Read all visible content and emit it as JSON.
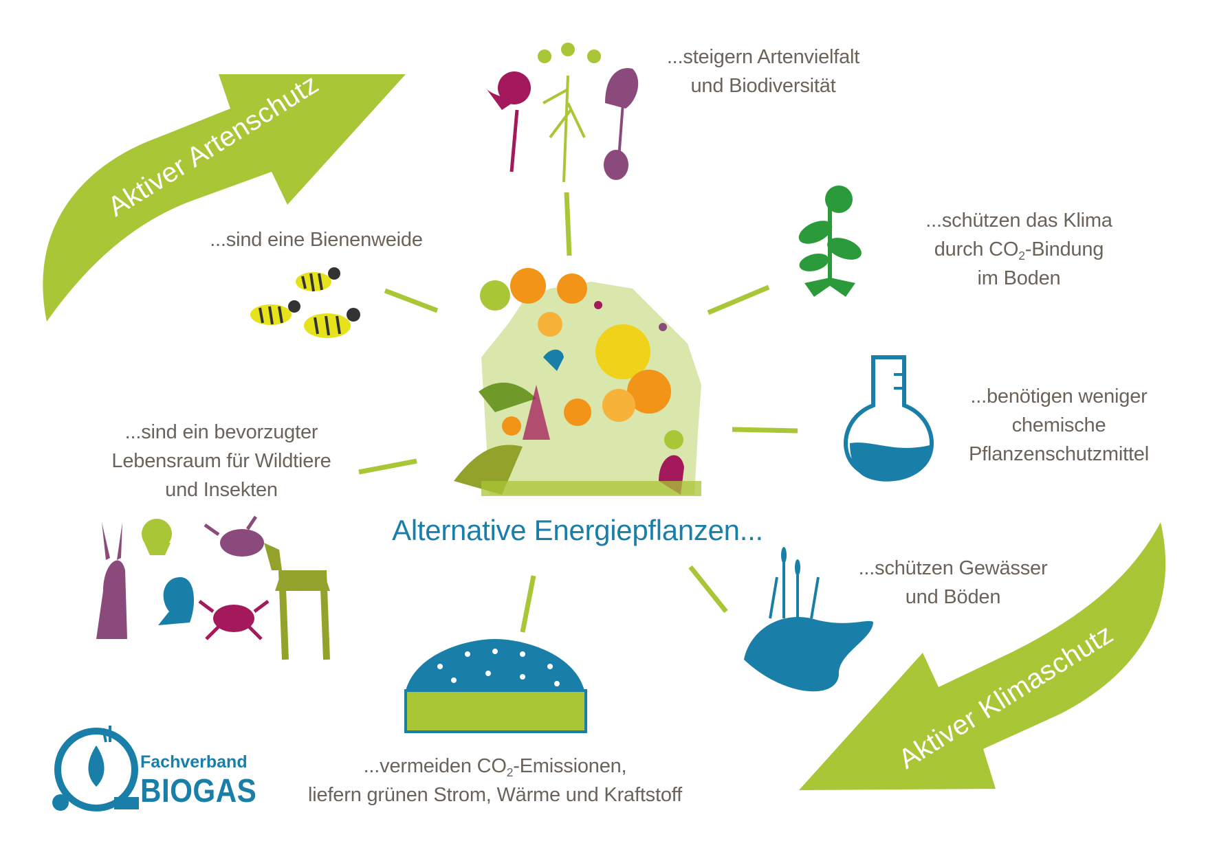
{
  "center": {
    "title": "Alternative Energiepflanzen..."
  },
  "arrows": {
    "top_left": {
      "label": "Aktiver Artenschutz",
      "color": "#a8c636"
    },
    "bottom_right": {
      "label": "Aktiver Klimaschutz",
      "color": "#a8c636"
    }
  },
  "benefits": {
    "biodiversity": {
      "lines": [
        "...steigern Artenvielfalt",
        "und Biodiversität"
      ],
      "icon": "wildflowers-icon"
    },
    "bees": {
      "lines": [
        "...sind eine Bienenweide"
      ],
      "icon": "bees-icon"
    },
    "climate": {
      "line1": "...schützen das Klima",
      "line2_pre": "durch CO",
      "line2_sub": "2",
      "line2_post": "-Bindung",
      "line3": "im Boden",
      "icon": "sprout-icon"
    },
    "chemicals": {
      "lines": [
        "...benötigen weniger",
        "chemische",
        "Pflanzenschutzmittel"
      ],
      "icon": "flask-icon"
    },
    "habitat": {
      "lines": [
        "...sind ein bevorzugter",
        "Lebensraum für Wildtiere",
        "und Insekten"
      ],
      "icon": "wildlife-icon"
    },
    "water": {
      "lines": [
        "...schützen Gewässer",
        "und Böden"
      ],
      "icon": "pond-icon"
    },
    "emissions": {
      "line1_pre": "...vermeiden CO",
      "line1_sub": "2",
      "line1_post": "-Emissionen,",
      "line2": "liefern grünen Strom, Wärme und Kraftstoff",
      "icon": "biogas-digester-icon"
    }
  },
  "logo": {
    "small": "Fachverband",
    "big": "BIOGAS"
  },
  "colors": {
    "green": "#a8c636",
    "blue": "#1a7fa8",
    "text": "#6b625a",
    "purple": "#8a4a7c",
    "magenta": "#a3195b",
    "olive": "#93a22a",
    "yellow": "#e6e21c",
    "plant_green": "#2a9a3a"
  }
}
